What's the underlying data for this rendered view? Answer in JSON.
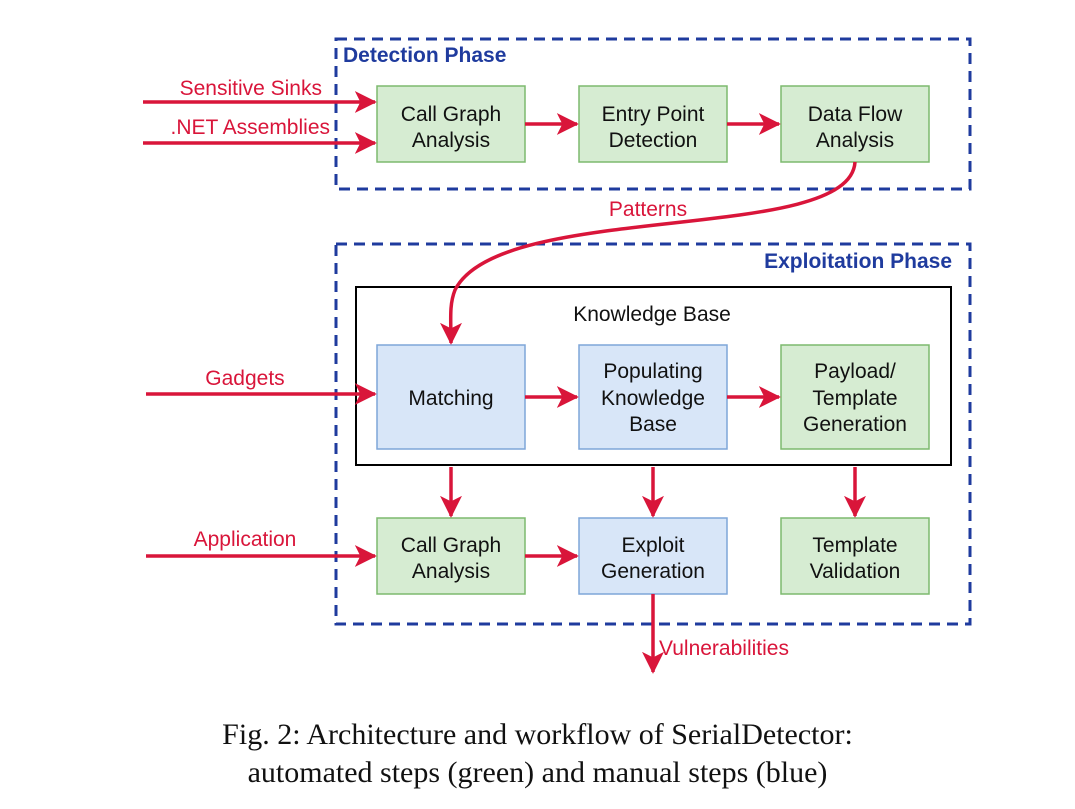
{
  "phases": {
    "detection": "Detection Phase",
    "exploitation": "Exploitation Phase"
  },
  "inputs": {
    "sensitive_sinks": "Sensitive Sinks",
    "net_assemblies": ".NET Assemblies",
    "gadgets": "Gadgets",
    "application": "Application"
  },
  "edge_labels": {
    "patterns": "Patterns",
    "vulnerabilities": "Vulnerabilities"
  },
  "knowledge_base_title": "Knowledge Base",
  "boxes": {
    "call_graph_1": [
      "Call Graph",
      "Analysis"
    ],
    "entry_point": [
      "Entry Point",
      "Detection"
    ],
    "data_flow": [
      "Data Flow",
      "Analysis"
    ],
    "matching": [
      "Matching"
    ],
    "populating_kb": [
      "Populating",
      "Knowledge",
      "Base"
    ],
    "payload_template": [
      "Payload/",
      "Template",
      "Generation"
    ],
    "call_graph_2": [
      "Call Graph",
      "Analysis"
    ],
    "exploit_gen": [
      "Exploit",
      "Generation"
    ],
    "template_validation": [
      "Template",
      "Validation"
    ]
  },
  "caption": {
    "line1": "Fig. 2: Architecture and workflow of SerialDetector:",
    "line2": "automated steps (green) and manual steps (blue)"
  },
  "colors": {
    "automated_green": "#d6ecd2",
    "manual_blue": "#d8e6f8",
    "arrow_red": "#d9153a",
    "phase_blue": "#1f3b9e"
  }
}
